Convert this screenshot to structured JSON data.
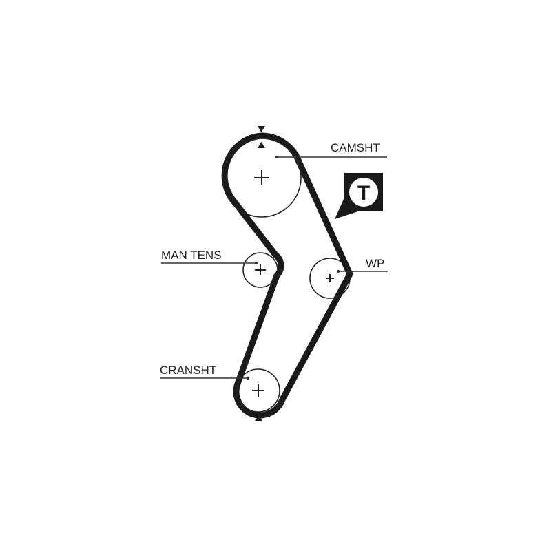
{
  "diagram": {
    "labels": {
      "camshaft": "CAMSHT",
      "manual_tensioner": "MAN TENS",
      "water_pump": "WP",
      "crankshaft": "CRANSHT"
    },
    "tensioner_badge": {
      "letter": "T"
    },
    "colors": {
      "belt": "#1a1a1a",
      "pulley_outline": "#222222",
      "leader_line": "#333333",
      "background": "#ffffff"
    },
    "icons": {
      "timing_mark": "triangle-marker-icon",
      "pulley_center": "plus-icon",
      "tensioner_badge": "t-speech-bubble-icon"
    }
  }
}
